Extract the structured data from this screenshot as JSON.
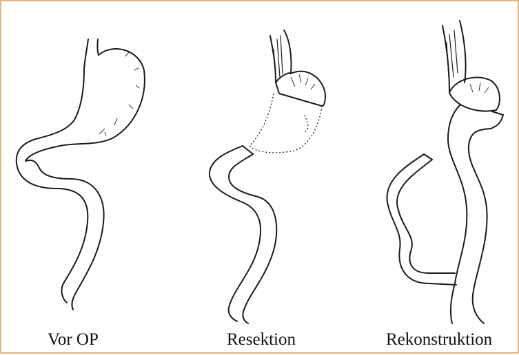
{
  "captions": {
    "before": "Vor OP",
    "resection": "Resektion",
    "reconstruction": "Rekonstruktion"
  },
  "colors": {
    "frame_border": "#e8b47e",
    "ink": "#1a1a1a",
    "background": "#ffffff"
  }
}
